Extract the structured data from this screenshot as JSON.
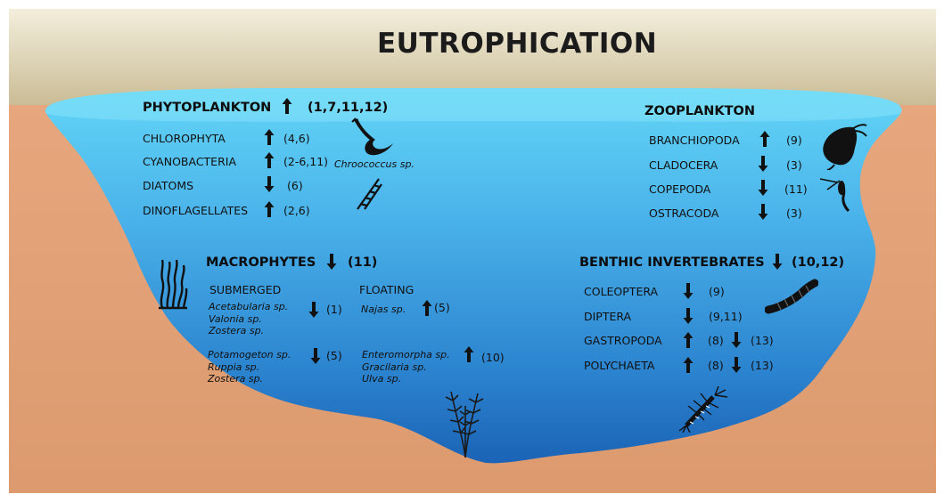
{
  "title": "EUTROPHICATION",
  "phytoplankton": {
    "header": "PHYTOPLANKTON",
    "trend": "up",
    "refs": "(1,7,11,12)",
    "items": [
      {
        "label": "CHLOROPHYTA",
        "trend": "up",
        "refs": "(4,6)"
      },
      {
        "label": "CYANOBACTERIA",
        "trend": "up",
        "refs": "(2-6,11)"
      },
      {
        "label": "DIATOMS",
        "trend": "down",
        "refs": "(6)"
      },
      {
        "label": "DINOFLAGELLATES",
        "trend": "up",
        "refs": "(2,6)"
      }
    ],
    "species_note": "Chroococcus sp."
  },
  "zooplankton": {
    "header": "ZOOPLANKTON",
    "items": [
      {
        "label": "BRANCHIOPODA",
        "trend": "up",
        "refs": "(9)"
      },
      {
        "label": "CLADOCERA",
        "trend": "down",
        "refs": "(3)"
      },
      {
        "label": "COPEPODA",
        "trend": "down",
        "refs": "(11)"
      },
      {
        "label": "OSTRACODA",
        "trend": "down",
        "refs": "(3)"
      }
    ]
  },
  "macrophytes": {
    "header": "MACROPHYTES",
    "trend": "down",
    "refs": "(11)",
    "submerged": {
      "label": "SUBMERGED",
      "groups": [
        {
          "species": [
            "Acetabularia sp.",
            "Valonia sp.",
            "Zostera sp."
          ],
          "trend": "down",
          "refs": "(1)"
        },
        {
          "species": [
            "Potamogeton sp.",
            "Ruppia sp.",
            "Zostera sp."
          ],
          "trend": "down",
          "refs": "(5)"
        }
      ]
    },
    "floating": {
      "label": "FLOATING",
      "groups": [
        {
          "species": [
            "Najas sp."
          ],
          "trend": "up",
          "refs": "(5)"
        },
        {
          "species": [
            "Enteromorpha sp.",
            "Gracilaria sp.",
            "Ulva sp."
          ],
          "trend": "up",
          "refs": "(10)"
        }
      ]
    }
  },
  "benthic": {
    "header": "BENTHIC INVERTEBRATES",
    "trend": "down",
    "refs": "(10,12)",
    "items": [
      {
        "label": "COLEOPTERA",
        "trends": [
          "down"
        ],
        "refs": [
          "(9)"
        ]
      },
      {
        "label": "DIPTERA",
        "trends": [
          "down"
        ],
        "refs": [
          "(9,11)"
        ]
      },
      {
        "label": "GASTROPODA",
        "trends": [
          "up",
          "down"
        ],
        "refs": [
          "(8)",
          "(13)"
        ]
      },
      {
        "label": "POLYCHAETA",
        "trends": [
          "up",
          "down"
        ],
        "refs": [
          "(8)",
          "(13)"
        ]
      }
    ]
  },
  "icons": [
    "algae-icon",
    "diatom-icon",
    "seaweed-icon",
    "pondweed-icon",
    "daphnia-icon",
    "copepod-icon",
    "larva-icon",
    "mayfly-nymph-icon"
  ],
  "colors": {
    "sky_top": "#f2ecd8",
    "sky_bottom": "#c4b48a",
    "ground": "#e6a57d",
    "water_top": "#5ad0f4",
    "water_bottom": "#1e6fc0",
    "arrow": "#111111"
  }
}
